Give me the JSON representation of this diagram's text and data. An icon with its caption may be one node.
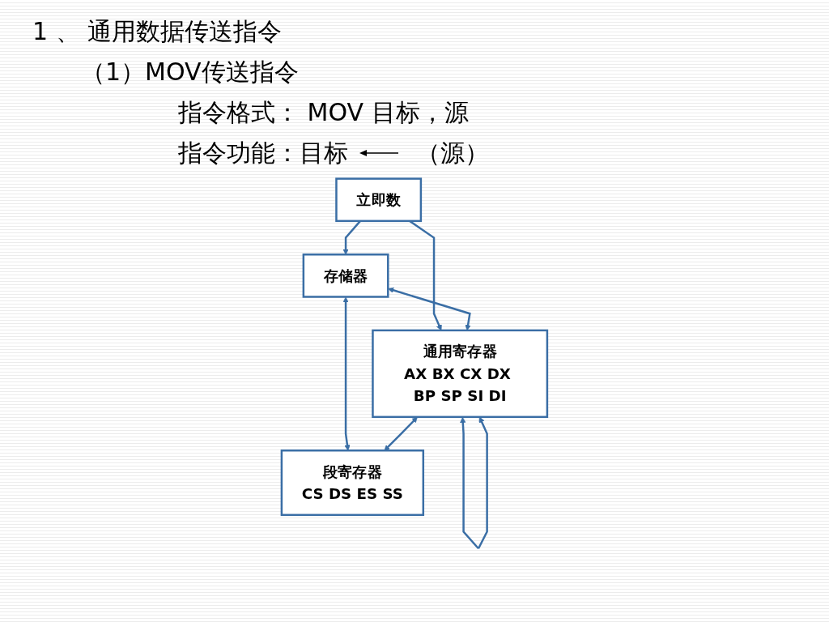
{
  "diagram": {
    "title": "1 、 通用数据传送指令",
    "nodes": [
      {
        "text": [
          "立即数"
        ]
      },
      {
        "text": [
          "存储器"
        ]
      },
      {
        "text": [
          "通用寄存器",
          "AX BX CX DX BP SP SI DI"
        ]
      },
      {
        "text": [
          "段寄存器",
          "CS DS ES SS"
        ]
      }
    ],
    "edges": [
      {
        "from": 0,
        "to": 1,
        "arrow": "to"
      },
      {
        "from": 0,
        "to": 2,
        "arrow": "to"
      },
      {
        "from": 1,
        "to": 2,
        "arrow": "both"
      },
      {
        "from": 1,
        "to": 3,
        "arrow": "both"
      },
      {
        "from": 2,
        "to": 3,
        "arrow": "both"
      },
      {
        "from": 2,
        "to": 2,
        "arrow": "both"
      }
    ],
    "labels": [
      "（1）MOV传送指令",
      "指令格式： MOV 目标，源",
      "指令功能：目标",
      "（源）"
    ]
  }
}
